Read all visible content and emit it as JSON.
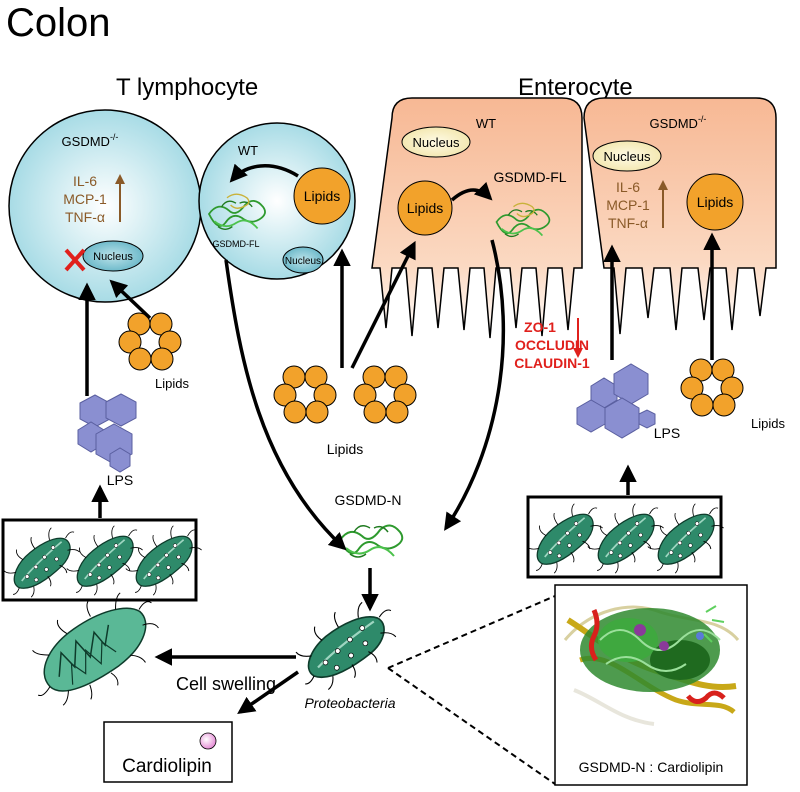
{
  "figure": {
    "title": "Colon",
    "t_lymphocyte": {
      "heading": "T lymphocyte",
      "ko_cell_label": "GSDMD",
      "ko_superscript": "-/-",
      "cytokines": [
        "IL-6",
        "MCP-1",
        "TNF-α"
      ],
      "nucleus_ko": "Nucleus",
      "wt_cell_label": "WT",
      "lipids_in_cell": "Lipids",
      "gsdmd_fl": "GSDMD-FL",
      "nucleus_wt": "Nucleus",
      "lipids_outside": "Lipids",
      "lps": "LPS"
    },
    "enterocyte": {
      "heading": "Enterocyte",
      "wt_label": "WT",
      "nucleus_wt": "Nucleus",
      "lipids_in_wt": "Lipids",
      "gsdmd_fl": "GSDMD-FL",
      "ko_label": "GSDMD",
      "ko_superscript": "-/-",
      "nucleus_ko": "Nucleus",
      "cytokines": [
        "IL-6",
        "MCP-1",
        "TNF-α"
      ],
      "lipids_in_ko": "Lipids",
      "tight_junctions": [
        "ZO-1",
        "OCCLUDIN",
        "CLAUDIN-1"
      ],
      "lipids_right": "Lipids",
      "lps": "LPS"
    },
    "center": {
      "lipids": "Lipids",
      "gsdmd_n": "GSDMD-N"
    },
    "bottom": {
      "cell_swelling": "Cell swelling",
      "proteobacteria": "Proteobacteria",
      "cardiolipin": "Cardiolipin",
      "structure_caption": "GSDMD-N : Cardiolipin"
    },
    "colors": {
      "tcell_fill": "#c9ecf2",
      "enterocyte_fill": "#f6c9a8",
      "lipid": "#f2a22b",
      "lps": "#8a8fd1",
      "bacteria": "#2e8a6a",
      "protein_green": "#3aa93a",
      "cytokine_text": "#8a5a28",
      "tight_junction_red": "#e0201c",
      "cardiolipin_pink": "#f4a6e6"
    }
  }
}
